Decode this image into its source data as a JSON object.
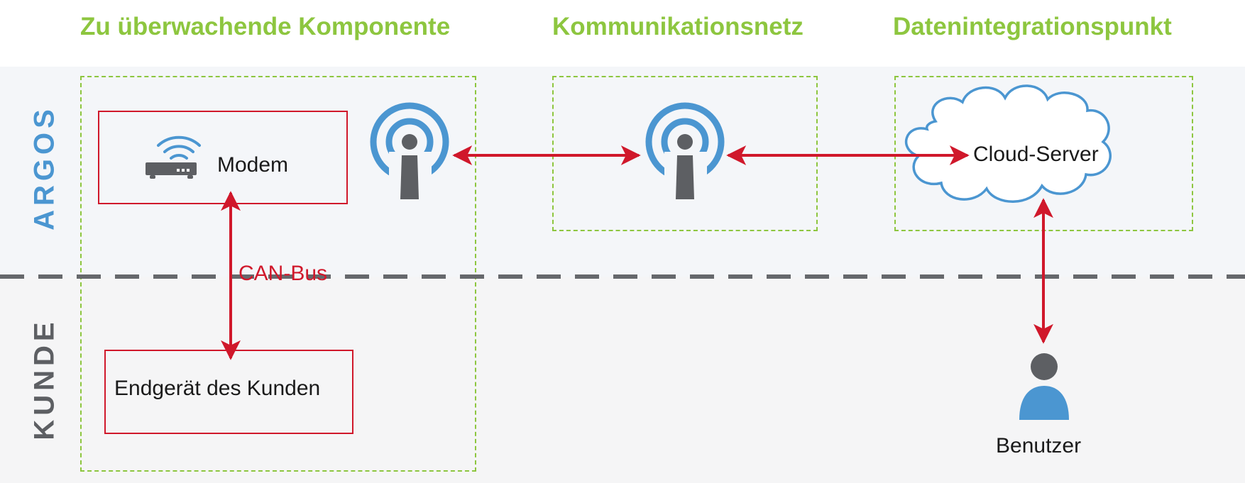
{
  "columns": {
    "component": "Zu überwachende Komponente",
    "network": "Kommunikationsnetz",
    "integration": "Datenintegrationspunkt"
  },
  "bands": {
    "top": "ARGOS",
    "bottom": "KUNDE"
  },
  "nodes": {
    "modem": "Modem",
    "device": "Endgerät des Kunden",
    "cloud": "Cloud-Server",
    "user": "Benutzer"
  },
  "links": {
    "bus": "CAN-Bus"
  },
  "icons": [
    "router-icon",
    "antenna-icon",
    "cloud-icon",
    "user-icon"
  ],
  "colors": {
    "title_green": "#8dc63f",
    "argos_blue": "#4b96d1",
    "kunde_gray": "#5d5f63",
    "arrow_red": "#d0182b",
    "icon_blue": "#4b96d1",
    "icon_gray": "#5d5f63"
  }
}
